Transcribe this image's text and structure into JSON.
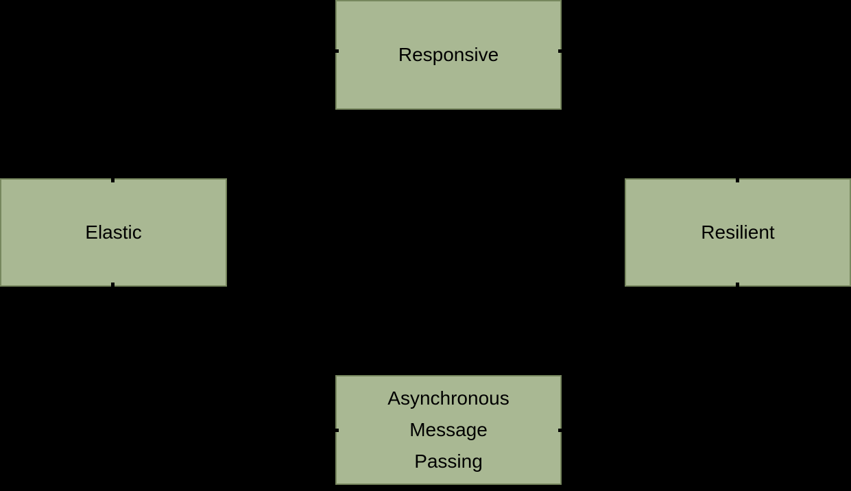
{
  "diagram": {
    "background_color": "#000000",
    "node_fill": "#a9b893",
    "node_border": "#77875e",
    "text_color": "#000000",
    "nodes": {
      "responsive": {
        "label": "Responsive"
      },
      "elastic": {
        "label": "Elastic"
      },
      "resilient": {
        "label": "Resilient"
      },
      "message_passing": {
        "label": "Asynchronous Message Passing",
        "lines": [
          "Asynchronous",
          "Message",
          "Passing"
        ]
      }
    }
  }
}
